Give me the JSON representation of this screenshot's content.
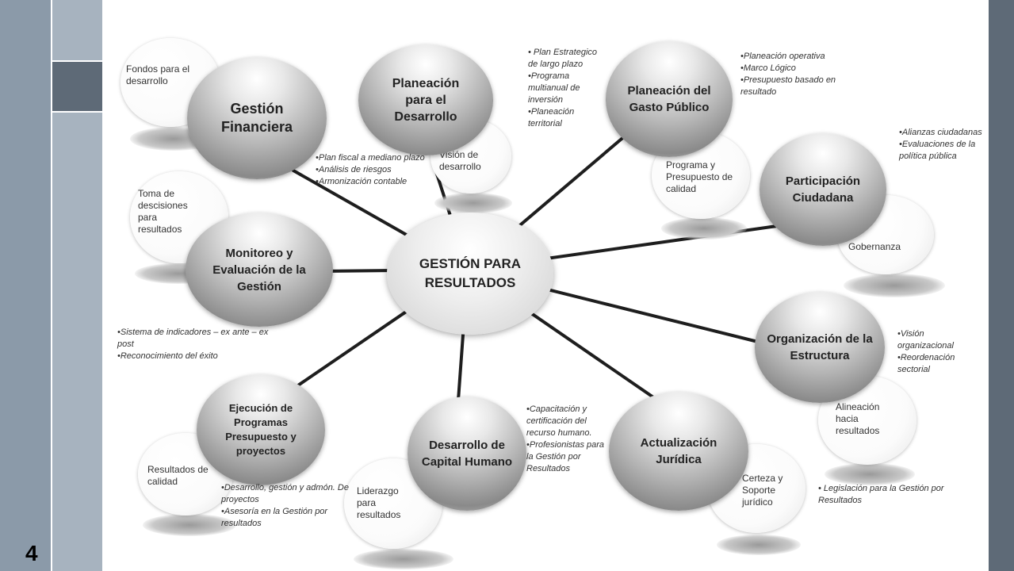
{
  "page_number": "4",
  "center": "GESTIÓN PARA RESULTADOS",
  "nodes": {
    "gestion_financiera": "Gestión Financiera",
    "planeacion_desarrollo": "Planeación para el Desarrollo",
    "planeacion_gasto": "Planeación del Gasto Público",
    "participacion": "Participación Ciudadana",
    "organizacion": "Organización de la Estructura",
    "actualizacion": "Actualización Jurídica",
    "capital_humano": "Desarrollo de Capital Humano",
    "ejecucion": "Ejecución de Programas Presupuesto y proyectos",
    "monitoreo": "Monitoreo y Evaluación de la Gestión"
  },
  "satellites": {
    "fondos": "Fondos para el desarrollo",
    "vision": "Visión de desarrollo",
    "programa": "Programa y Presupuesto de calidad",
    "gobernanza": "Gobernanza",
    "alineacion": "Alineación hacia resultados",
    "certeza": "Certeza y Soporte jurídico",
    "liderazgo": "Liderazgo para resultados",
    "resultados_calidad": "Resultados de calidad",
    "toma": "Toma de descisiones para resultados"
  },
  "notes": {
    "plan_fiscal": [
      "•Plan fiscal a mediano plazo",
      "•Análisis de riesgos",
      "•Armonización contable"
    ],
    "plan_estrategico": [
      "• Plan Estrategico de largo plazo",
      "•Programa multianual de inversión",
      "•Planeación territorial"
    ],
    "planeacion_operativa": [
      "•Planeación operativa",
      "•Marco Lógico",
      "•Presupuesto basado en resultado"
    ],
    "alianzas": [
      "•Alianzas ciudadanas",
      "•Evaluaciones de la política pública"
    ],
    "vision_org": [
      "•Visión organizacional",
      "•Reordenación sectorial"
    ],
    "legislacion": [
      "• Legislación para la Gestión por Resultados"
    ],
    "capacitacion": [
      "•Capacitación y certificación del recurso humano.",
      "•Profesionistas para la Gestión por Resultados"
    ],
    "desarrollo_gestion": [
      "•Desarrollo, gestión y admón. De proyectos",
      "•Asesoría en la Gestión por resultados"
    ],
    "sistema_indicadores": [
      "•Sistema de indicadores – ex ante – ex post",
      "•Reconocimiento del éxito"
    ]
  }
}
